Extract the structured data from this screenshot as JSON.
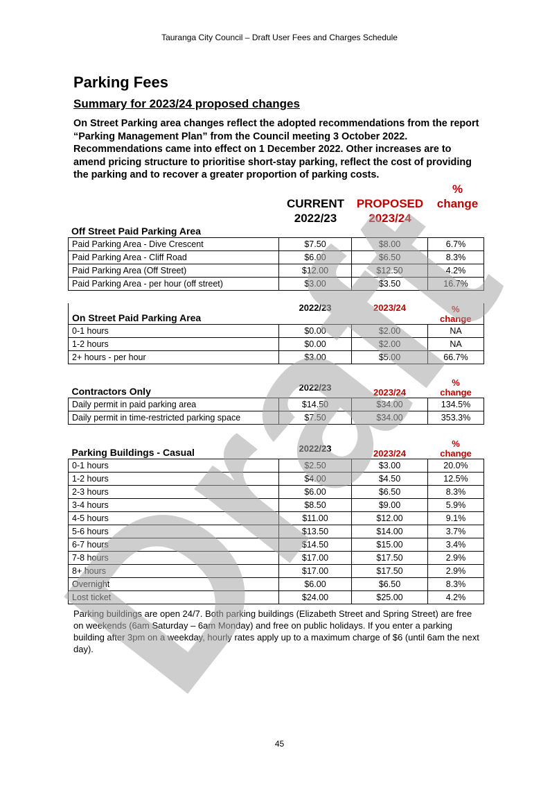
{
  "header": "Tauranga City Council – Draft User Fees and Charges Schedule",
  "title": "Parking Fees",
  "summary_heading": "Summary for 2023/24 proposed changes",
  "intro": "On Street Parking area changes reflect the adopted recommendations from the report “Parking Management Plan” from the Council meeting 3 October 2022. Recommendations came into effect on 1 December 2022. Other increases are to amend pricing structure to prioritise short-stay parking, reflect the cost of providing the parking and to recover a greater proportion of parking costs.",
  "column_heads": {
    "current": "CURRENT",
    "current_year": "2022/23",
    "proposed": "PROPOSED",
    "proposed_year": "2023/24",
    "pct": "%",
    "change": "change"
  },
  "table1": {
    "title": "Off Street Paid Parking Area",
    "rows": [
      {
        "item": "Paid Parking Area - Dive Crescent",
        "current": "$7.50",
        "proposed": "$8.00",
        "change": "6.7%"
      },
      {
        "item": "Paid Parking Area - Cliff Road",
        "current": "$6.00",
        "proposed": "$6.50",
        "change": "8.3%"
      },
      {
        "item": "Paid Parking Area (Off Street)",
        "current": "$12.00",
        "proposed": "$12.50",
        "change": "4.2%"
      },
      {
        "item": "Paid Parking Area - per hour (off street)",
        "current": "$3.00",
        "proposed": "$3.50",
        "change": "16.7%"
      }
    ]
  },
  "table2": {
    "title": "On Street Paid Parking Area",
    "current_head": "2022/23",
    "proposed_head": "2023/24",
    "pct": "%",
    "change_head": "change",
    "rows": [
      {
        "item": "0-1 hours",
        "current": "$0.00",
        "proposed": "$2.00",
        "change": "NA"
      },
      {
        "item": "1-2 hours",
        "current": "$0.00",
        "proposed": "$2.00",
        "change": "NA"
      },
      {
        "item": "2+ hours - per hour",
        "current": "$3.00",
        "proposed": "$5.00",
        "change": "66.7%"
      }
    ]
  },
  "table3": {
    "title": "Contractors Only",
    "current_head": "2022/23",
    "proposed_head": "2023/24",
    "pct": "%",
    "change_head": "change",
    "rows": [
      {
        "item": "Daily permit in paid parking area",
        "current": "$14.50",
        "proposed": "$34.00",
        "change": "134.5%"
      },
      {
        "item": "Daily permit in time-restricted parking space",
        "current": "$7.50",
        "proposed": "$34.00",
        "change": "353.3%"
      }
    ]
  },
  "table4": {
    "title": "Parking Buildings - Casual",
    "current_head": "2022/23",
    "proposed_head": "2023/24",
    "pct": "%",
    "change_head": "change",
    "rows": [
      {
        "item": "0-1 hours",
        "current": "$2.50",
        "proposed": "$3.00",
        "change": "20.0%"
      },
      {
        "item": "1-2 hours",
        "current": "$4.00",
        "proposed": "$4.50",
        "change": "12.5%"
      },
      {
        "item": "2-3 hours",
        "current": "$6.00",
        "proposed": "$6.50",
        "change": "8.3%"
      },
      {
        "item": "3-4 hours",
        "current": "$8.50",
        "proposed": "$9.00",
        "change": "5.9%"
      },
      {
        "item": "4-5 hours",
        "current": "$11.00",
        "proposed": "$12.00",
        "change": "9.1%"
      },
      {
        "item": "5-6 hours",
        "current": "$13.50",
        "proposed": "$14.00",
        "change": "3.7%"
      },
      {
        "item": "6-7 hours",
        "current": "$14.50",
        "proposed": "$15.00",
        "change": "3.4%"
      },
      {
        "item": "7-8 hours",
        "current": "$17.00",
        "proposed": "$17.50",
        "change": "2.9%"
      },
      {
        "item": "8+ hours",
        "current": "$17.00",
        "proposed": "$17.50",
        "change": "2.9%"
      },
      {
        "item": "Overnight",
        "current": "$6.00",
        "proposed": "$6.50",
        "change": "8.3%"
      },
      {
        "item": "Lost ticket",
        "current": "$24.00",
        "proposed": "$25.00",
        "change": "4.2%"
      }
    ]
  },
  "note": "Parking buildings are open 24/7. Both parking buildings (Elizabeth Street and Spring Street) are free on weekends (6am Saturday – 6am Monday) and free on public holidays. If you enter a parking building after 3pm on a weekday, hourly rates apply up to a maximum charge of $6 (until 6am the next day).",
  "page_number": "45",
  "watermark": "Draft",
  "colors": {
    "proposed_red": "#c00000",
    "watermark_gray": "#a6a6a6"
  }
}
